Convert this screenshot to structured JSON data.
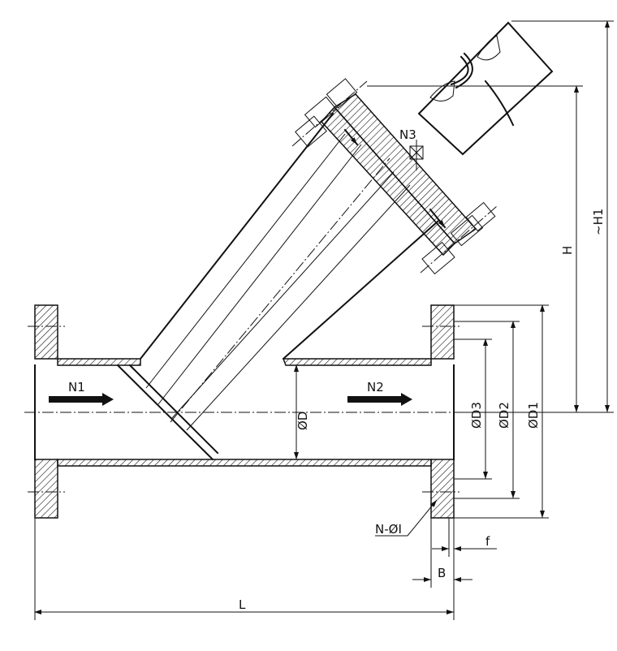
{
  "labels": {
    "n1": "N1",
    "n2": "N2",
    "n3": "N3",
    "dia_d": "ØD",
    "dia_d1": "ØD1",
    "dia_d2": "ØD2",
    "dia_d3": "ØD3",
    "h": "H",
    "h1": "~H1",
    "l": "L",
    "b": "B",
    "f": "f",
    "bolts": "N-ØI"
  }
}
